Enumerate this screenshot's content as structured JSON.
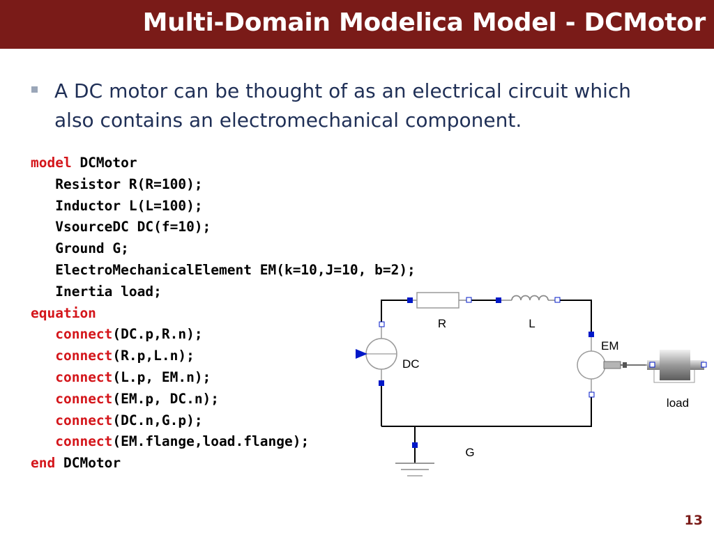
{
  "slide": {
    "title": "Multi-Domain Modelica Model - DCMotor",
    "bullet": "A DC motor can be thought of as an electrical circuit which also contains an electromechanical component.",
    "page_number": "13"
  },
  "code": [
    {
      "kw": "model",
      "text": " DCMotor",
      "indent": false
    },
    {
      "kw": "",
      "text": "Resistor R(R=100);",
      "indent": true
    },
    {
      "kw": "",
      "text": "Inductor L(L=100);",
      "indent": true
    },
    {
      "kw": "",
      "text": "VsourceDC DC(f=10);",
      "indent": true
    },
    {
      "kw": "",
      "text": "Ground G;",
      "indent": true
    },
    {
      "kw": "",
      "text": "ElectroMechanicalElement EM(k=10,J=10, b=2);",
      "indent": true
    },
    {
      "kw": "",
      "text": "Inertia load;",
      "indent": true
    },
    {
      "kw": "equation",
      "text": "",
      "indent": false
    },
    {
      "kw": "connect",
      "text": "(DC.p,R.n);",
      "indent": true
    },
    {
      "kw": "connect",
      "text": "(R.p,L.n);",
      "indent": true
    },
    {
      "kw": "connect",
      "text": "(L.p, EM.n);",
      "indent": true
    },
    {
      "kw": "connect",
      "text": "(EM.p, DC.n);",
      "indent": true
    },
    {
      "kw": "connect",
      "text": "(DC.n,G.p);",
      "indent": true
    },
    {
      "kw": "connect",
      "text": "(EM.flange,load.flange);",
      "indent": true
    },
    {
      "kw": "end",
      "text": " DCMotor",
      "indent": false
    }
  ],
  "diagram": {
    "labels": {
      "resistor": "R",
      "inductor": "L",
      "source": "DC",
      "em": "EM",
      "load": "load",
      "ground": "G"
    }
  },
  "colors": {
    "title_bar": "#7a1b18",
    "keyword": "#d4161b",
    "bullet_text": "#1f2f56",
    "connector": "#0018c8"
  }
}
